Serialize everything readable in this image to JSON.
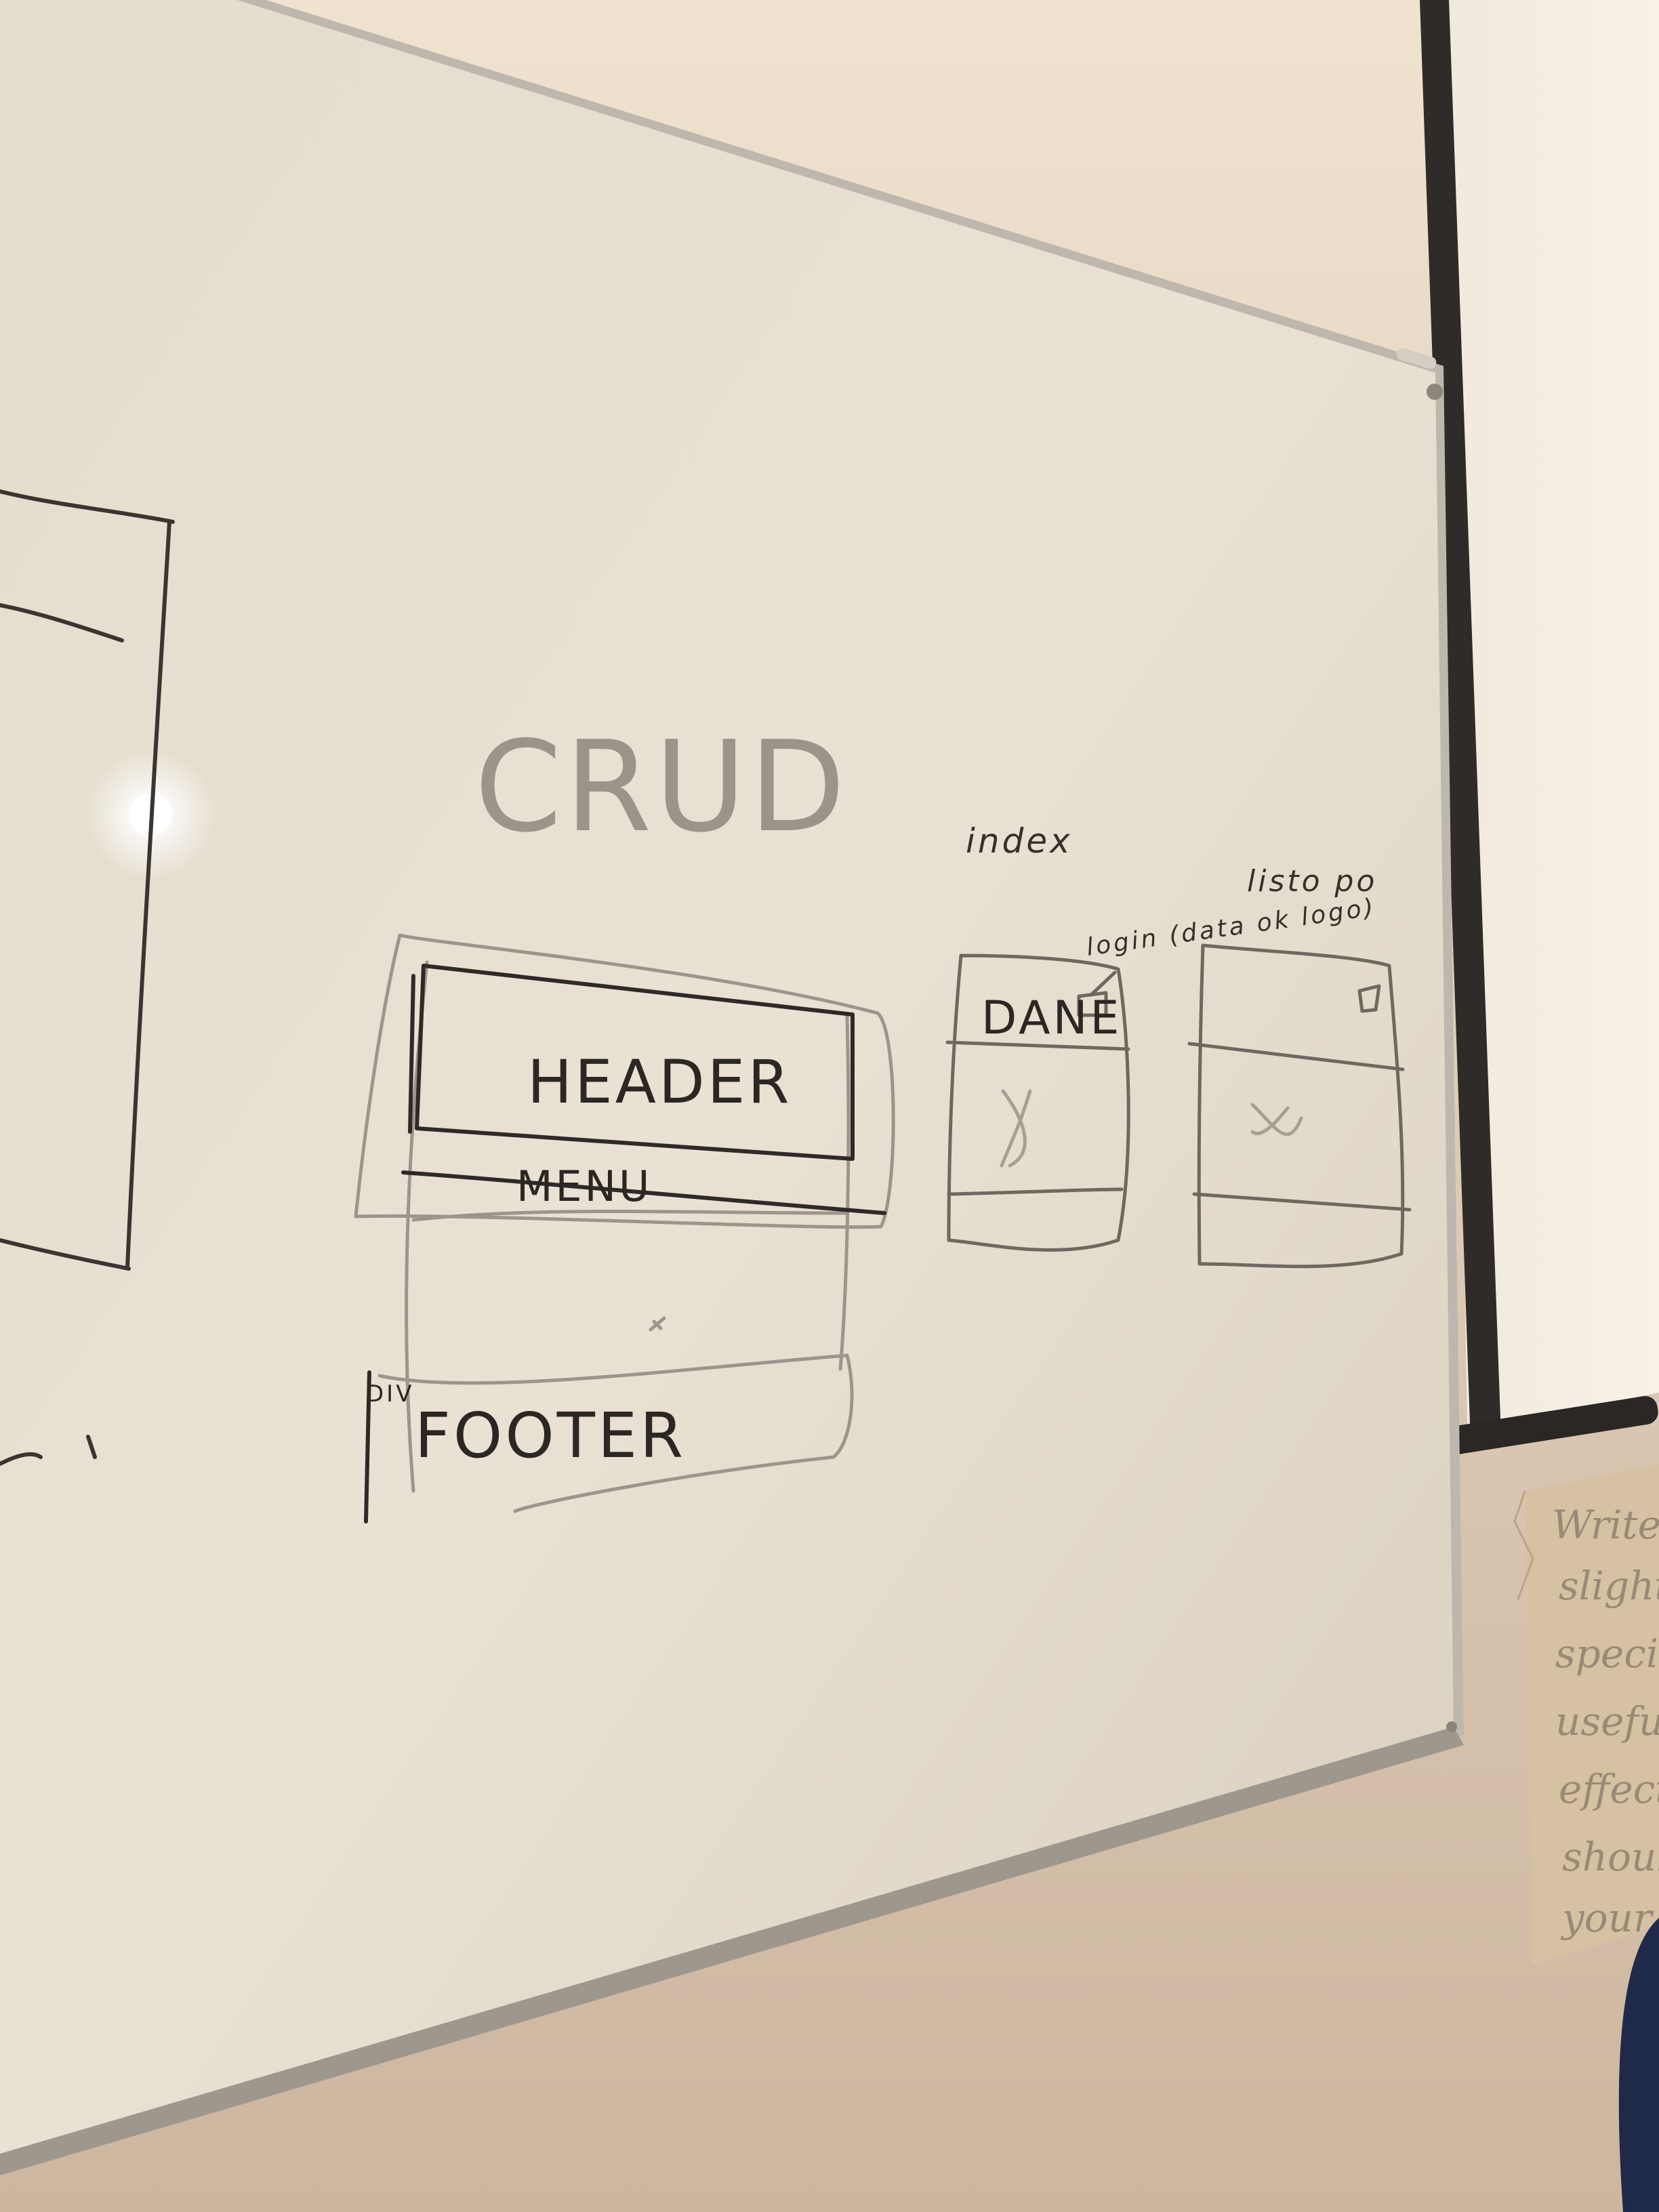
{
  "photo": {
    "colors": {
      "wall": "#eadcc8",
      "wall_shadow": "#cdbba5",
      "whiteboard": "#e9e1d2",
      "whiteboard_shadow": "#d6cbb9",
      "frame": "#b9b3a9",
      "marker": "#2b2723",
      "faint_marker": "#a39a8f",
      "projector_screen": "#f3ece2",
      "screen_bar": "#2a2725",
      "paper_note": "#d9c6a8"
    }
  },
  "whiteboard": {
    "title": "CRUD",
    "wireframe_main": {
      "header_label": "HEADER",
      "menu_label": "MENU",
      "footer_label": "FOOTER",
      "div_label": "DIV"
    },
    "index_label": "index",
    "wireframe_index": {
      "panel_label": "DANE",
      "login_annotation": "login (data ok logo)",
      "content_mark": "X"
    },
    "wireframe_second": {
      "annotation": "listo po",
      "content_mark": "X"
    }
  },
  "paper_note": {
    "lines": [
      "Write T",
      "slight c",
      "specialis",
      "useful",
      "effectiv",
      "should",
      "your co"
    ]
  }
}
